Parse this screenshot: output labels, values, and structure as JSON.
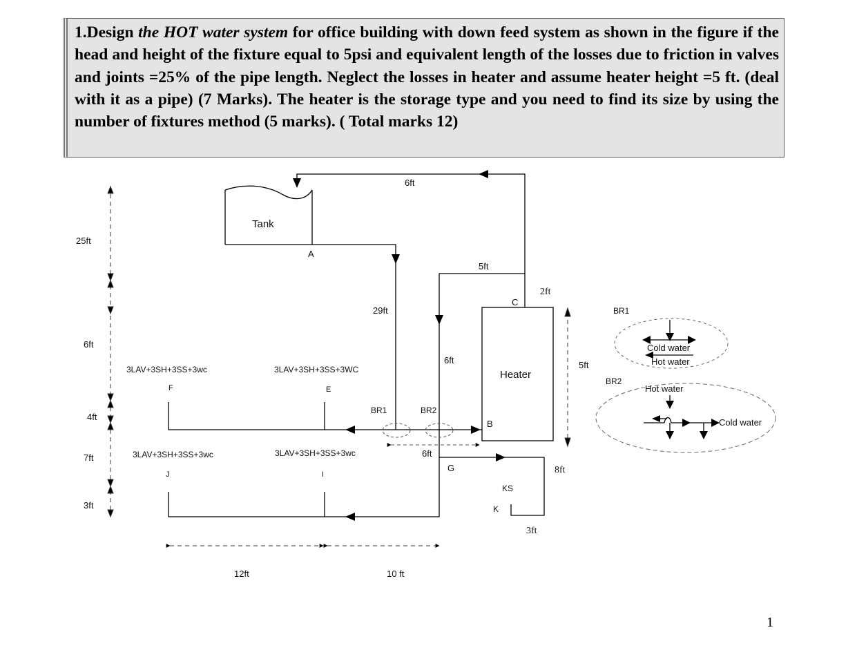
{
  "question": {
    "number": "1.",
    "part1": "Design ",
    "emph": "the HOT water system",
    "rest": " for office building with down feed system as shown in the figure if the head and height of the fixture equal to 5psi and equivalent length of the losses due to friction in valves and joints =25% of the pipe length. Neglect the losses in heater and assume heater height =5 ft. (deal with it as a pipe) (7 Marks). The heater is the storage type and you need to find its size by using the number of fixtures method (5 marks). ( Total marks 12)"
  },
  "diagram": {
    "tank_label": "Tank",
    "heater_label": "Heater",
    "nodes": {
      "A": "A",
      "B": "B",
      "C": "C",
      "E": "E",
      "F": "F",
      "G": "G",
      "I": "I",
      "J": "J",
      "K": "K",
      "KS": "KS"
    },
    "branches": {
      "br1": "BR1",
      "br2": "BR2"
    },
    "fixtures": {
      "F": "3LAV+3SH+3SS+3wc",
      "E": "3LAV+3SH+3SS+3WC",
      "J": "3LAV+3SH+3SS+3wc",
      "I": "3LAV+3SH+3SS+3wc"
    },
    "dims": {
      "top_6ft": "6ft",
      "d_29ft": "29ft",
      "d_5ft_top": "5ft",
      "d_2ft": "2ft",
      "d_6ft_riser": "6ft",
      "d_5ft_heater": "5ft",
      "d_6ft_lower": "6ft",
      "d_8ft": "8ft",
      "d_3ft_ks": "3ft",
      "left_25ft": "25ft",
      "left_6ft": "6ft",
      "left_4ft": "4ft",
      "left_7ft": "7ft",
      "left_3ft": "3ft",
      "bottom_12ft": "12ft",
      "bottom_10ft": "10 ft"
    },
    "legend": {
      "br1": "BR1",
      "br1_cold": "Cold water",
      "br1_hot": "Hot water",
      "br2": "BR2",
      "br2_hot": "Hot water",
      "br2_cold": "Cold water"
    }
  },
  "page_number": "1"
}
